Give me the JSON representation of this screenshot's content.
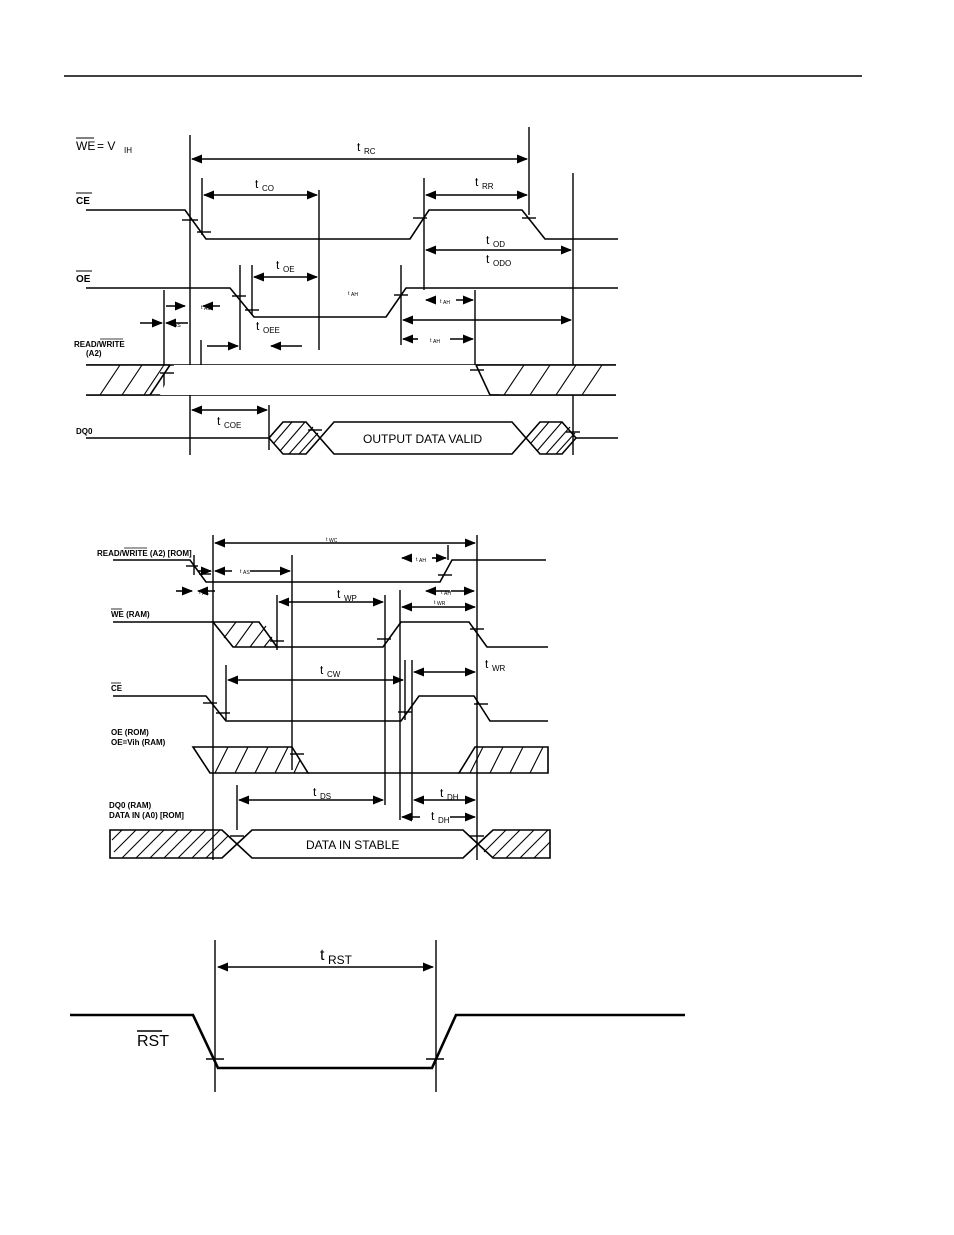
{
  "read_cycle": {
    "we_label": "WE",
    "we_suffix": "= V",
    "we_sub": "IH",
    "signals": {
      "ce": "CE",
      "oe": "OE",
      "rw": "READ/WRITE",
      "rw_sub": "(A2)",
      "dq": "DQ0"
    },
    "data_valid": "OUTPUT DATA VALID",
    "params": {
      "trc": "t",
      "trc_sub": "RC",
      "tco": "t",
      "tco_sub": "CO",
      "trr": "t",
      "trr_sub": "RR",
      "tod": "t",
      "tod_sub": "OD",
      "todo": "t",
      "todo_sub": "ODO",
      "toe": "t",
      "toe_sub": "OE",
      "tah_mid": "t",
      "tah_mid_sub": "AH",
      "tah_right1": "t",
      "tah_right1_sub": "AH",
      "tah_right2": "t",
      "tah_right2_sub": "AH",
      "tas1": "t",
      "tas1_sub": "AS",
      "tas2": "t",
      "tas2_sub": "AS",
      "toee": "t",
      "toee_sub": "OEE",
      "tcoe": "t",
      "tcoe_sub": "COE"
    }
  },
  "write_cycle": {
    "signals": {
      "rw": "READ/WRITE (A2) [ROM]",
      "we": "WE (RAM)",
      "ce": "CE",
      "oe1": "OE (ROM)",
      "oe2": "OE=Vih (RAM)",
      "dq1": "DQ0 (RAM)",
      "dq2": "DATA IN (A0) [ROM]"
    },
    "data_stable": "DATA IN STABLE",
    "params": {
      "twc": "t",
      "twc_sub": "WC",
      "tah": "t",
      "tah_sub": "AH",
      "tas1": "t",
      "tas1_sub": "AS",
      "tas2": "t",
      "tas2_sub": "AS",
      "tah2": "t",
      "tah2_sub": "AH",
      "twp": "t",
      "twp_sub": "WP",
      "twr_top": "t",
      "twr_top_sub": "WR",
      "tcw": "t",
      "tcw_sub": "CW",
      "twr": "t",
      "twr_sub": "WR",
      "tds": "t",
      "tds_sub": "DS",
      "tdh1": "t",
      "tdh1_sub": "DH",
      "tdh2": "t",
      "tdh2_sub": "DH"
    }
  },
  "reset": {
    "signal": "RST",
    "param": "t",
    "param_sub": "RST"
  }
}
